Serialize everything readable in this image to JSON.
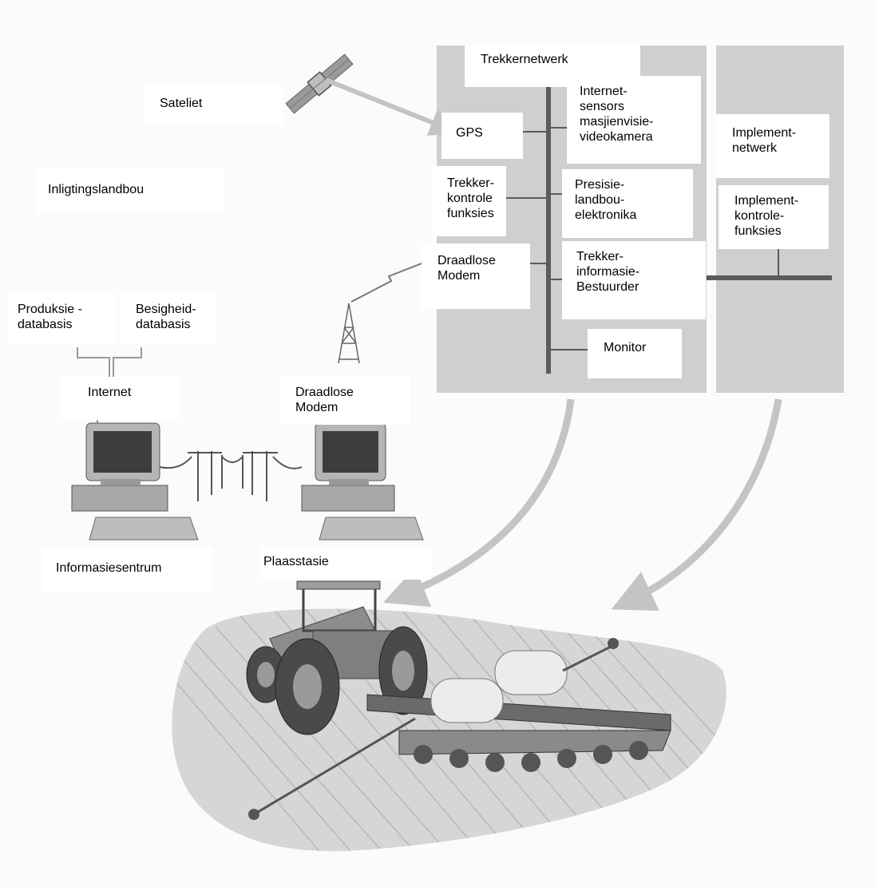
{
  "colors": {
    "panel": "#cfcfcf",
    "bus": "#5b5b5b",
    "arrow": "#c4c4c4",
    "field": "#d6d6d6",
    "machine": "#8c8c8c"
  },
  "labels": {
    "trekkernetwerk": "Trekkernetwerk",
    "sateliet": "Sateliet",
    "gps": "GPS",
    "internet_sensors": "Internet-\nsensors\nmasjienvisie-\nvideokamera",
    "implement_netwerk": "Implement-\nnetwerk",
    "inligtingslandbou": "Inligtingslandbou",
    "trekker_kontrole": "Trekker-\nkontrole\nfunksies",
    "presisie": "Presisie-\nlandbou-\nelektronika",
    "implement_kontrole": "Implement-\nkontrole-\nfunksies",
    "draadlose_modem_top": "Draadlose\nModem",
    "trekker_informasie": "Trekker-\ninformasie-\nBestuurder",
    "produksie_databasis": "Produksie -\ndatabasis",
    "besigheid_databasis": "Besigheid-\ndatabasis",
    "monitor": "Monitor",
    "internet": "Internet",
    "draadlose_modem_bottom": "Draadlose\nModem",
    "informasiesentrum": "Informasiesentrum",
    "plaasstasie": "Plaasstasie"
  },
  "icons": [
    "satellite-icon",
    "radio-tower-icon",
    "computer-icon",
    "power-line-icon",
    "tractor-icon",
    "planter-icon"
  ]
}
